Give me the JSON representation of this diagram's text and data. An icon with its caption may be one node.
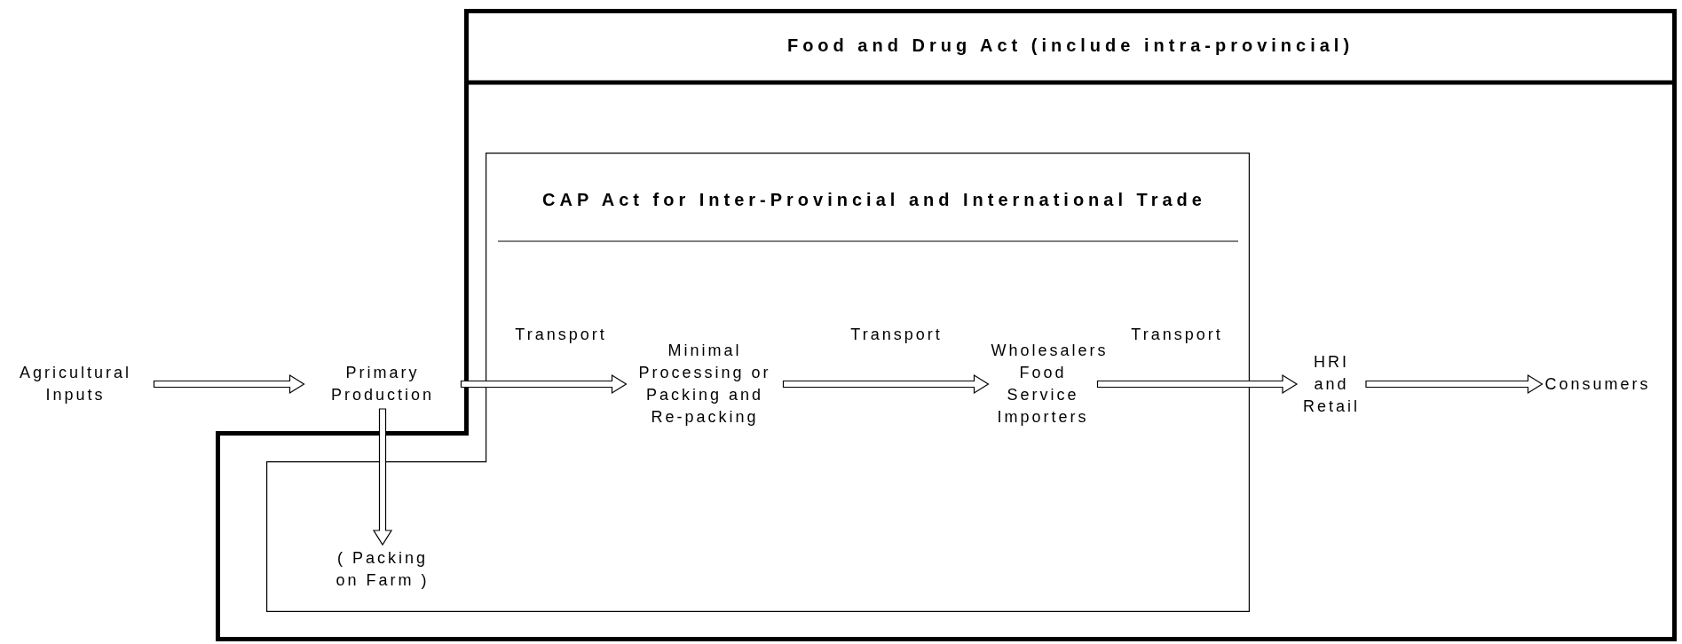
{
  "diagram": {
    "nodes": [
      {
        "text": [
          "Food and Drug Act  (include intra-provincial)"
        ]
      },
      {
        "text": [
          "CAP Act for Inter-Provincial and International Trade"
        ],
        "in": 0
      },
      {
        "text": [
          "Agricultural Inputs"
        ]
      },
      {
        "text": [
          "Primary Production"
        ]
      },
      {
        "text": [
          "Minimal Processing or Packing and Re-packing"
        ],
        "in": 1
      },
      {
        "text": [
          "Wholesalers Food Service Importers"
        ],
        "in": 1
      },
      {
        "text": [
          "HRI and Retail"
        ],
        "in": 0
      },
      {
        "text": [
          "Consumers"
        ],
        "in": 0
      },
      {
        "text": [
          "( Packing on Farm )"
        ],
        "in": 1
      }
    ],
    "edges": [
      {
        "from": 2,
        "to": 3,
        "arrow": "to"
      },
      {
        "from": 3,
        "to": 8,
        "arrow": "to"
      },
      {
        "from": 3,
        "to": 4,
        "arrow": "to",
        "label": "Transport"
      },
      {
        "from": 4,
        "to": 5,
        "arrow": "to",
        "label": "Transport"
      },
      {
        "from": 5,
        "to": 6,
        "arrow": "to",
        "label": "Transport"
      },
      {
        "from": 6,
        "to": 7,
        "arrow": "to"
      }
    ]
  }
}
